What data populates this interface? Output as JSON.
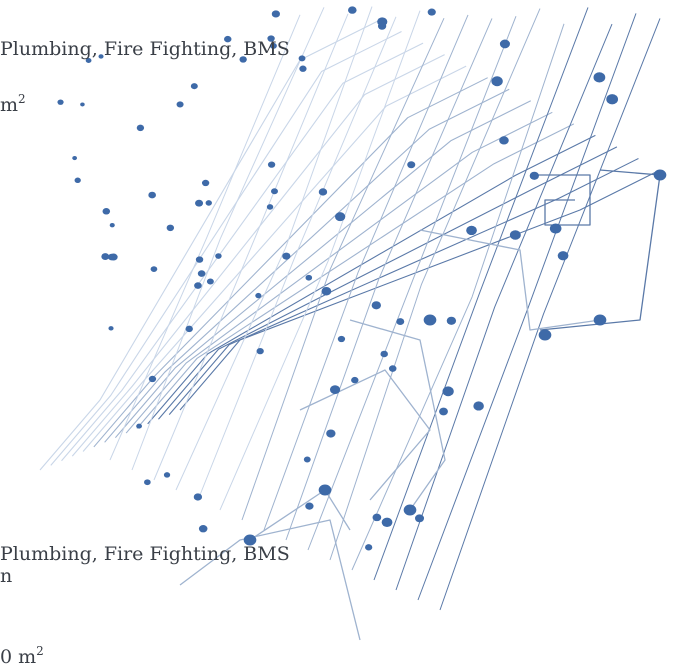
{
  "page": {
    "line1": "Plumbing, Fire Fighting, BMS",
    "line2_unit": "m",
    "line2_exp": "2",
    "line3": "Plumbing, Fire Fighting, BMS",
    "line4": "n",
    "line5_unit": "0 m",
    "line5_exp": "2"
  },
  "colors": {
    "line_light": "#c9d6e8",
    "line_mid": "#9fb3cf",
    "line_dark": "#5a79a8",
    "node": "#3e6aa8"
  },
  "icons": [
    "circuit-network-illustration"
  ]
}
